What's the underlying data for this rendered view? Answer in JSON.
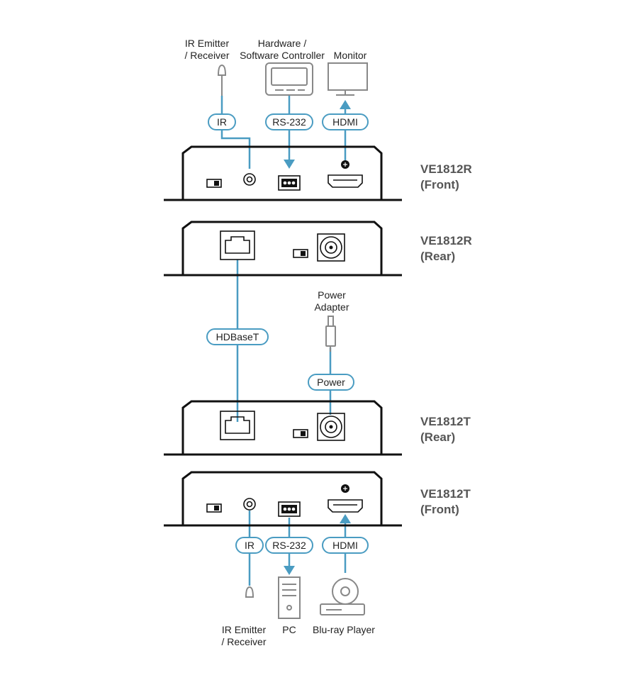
{
  "devices": {
    "receiver_front": {
      "model": "VE1812R",
      "side": "(Front)"
    },
    "receiver_rear": {
      "model": "VE1812R",
      "side": "(Rear)"
    },
    "transmitter_rear": {
      "model": "VE1812T",
      "side": "(Rear)"
    },
    "transmitter_front": {
      "model": "VE1812T",
      "side": "(Front)"
    }
  },
  "connections": {
    "top_ir": "IR",
    "top_rs232": "RS-232",
    "top_hdmi": "HDMI",
    "hdbaset": "HDBaseT",
    "power": "Power",
    "bottom_ir": "IR",
    "bottom_rs232": "RS-232",
    "bottom_hdmi": "HDMI"
  },
  "peripherals": {
    "top_ir_line1": "IR Emitter",
    "top_ir_line2": "/ Receiver",
    "controller_line1": "Hardware /",
    "controller_line2": "Software Controller",
    "monitor": "Monitor",
    "power_line1": "Power",
    "power_line2": "Adapter",
    "bottom_ir_line1": "IR Emitter",
    "bottom_ir_line2": "/ Receiver",
    "pc": "PC",
    "bluray": "Blu-ray Player"
  },
  "colors": {
    "connector_blue": "#4a9cc2",
    "device_outline": "#111111",
    "peripheral_gray": "#888888"
  }
}
